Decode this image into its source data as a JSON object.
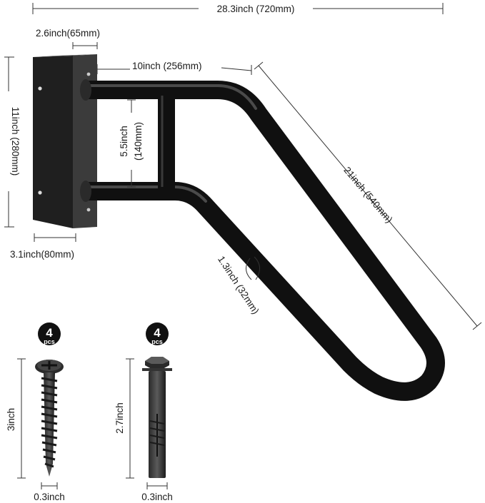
{
  "dimensions": {
    "overall_length": "28.3inch (720mm)",
    "plate_width": "2.6inch(65mm)",
    "top_bar_length": "10inch (256mm)",
    "plate_height": "11inch (280mm)",
    "bar_spacing": "5.5inch",
    "bar_spacing_mm": "(140mm)",
    "diagonal_length": "21inch (540mm)",
    "plate_depth": "3.1inch(80mm)",
    "tube_diameter": "1.3inch (32mm)"
  },
  "hardware": {
    "screw": {
      "count": "4",
      "unit": "pcs",
      "length": "3inch",
      "diameter": "0.3inch"
    },
    "anchor_bolt": {
      "count": "4",
      "unit": "pcs",
      "length": "2.7inch",
      "diameter": "0.3inch"
    }
  },
  "colors": {
    "metal": "#151515",
    "plate_face": "#1e1e1e",
    "plate_side": "#3a3a3a",
    "badge": "#111111"
  }
}
